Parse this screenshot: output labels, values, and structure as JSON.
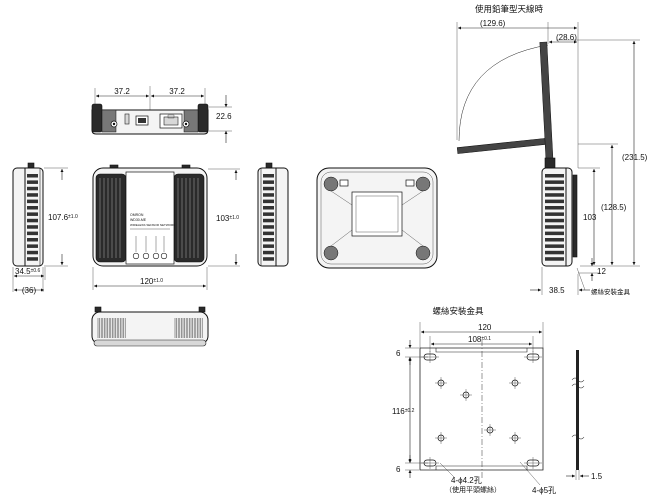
{
  "titles": {
    "antenna_in_use": "使用鉛筆型天線時",
    "bracket": "螺絲安裝金具"
  },
  "dimensions": {
    "width_left_half": "37.2",
    "width_right_half": "37.2",
    "connector_height": "22.6",
    "side_height": "107.6",
    "side_height_tol": "±1.0",
    "front_height": "103",
    "front_height_tol": "±1.0",
    "side_depth": "34.5",
    "side_depth_tol": "±0.6",
    "overall_depth": "(36)",
    "front_width": "120",
    "front_width_tol": "±1.0",
    "antenna_reach": "(129.6)",
    "antenna_offset": "(28.6)",
    "antenna_total_height": "(231.5)",
    "antenna_base_height": "(128.5)",
    "body_height": "103",
    "bracket_thickness_gap": "12",
    "side_with_bracket_depth": "38.5",
    "bracket_width": "120",
    "hole_pitch": "108",
    "hole_pitch_tol": "±0.1",
    "bracket_edge_top": "6",
    "bracket_edge_bottom": "6",
    "bracket_hole_vertical": "116",
    "bracket_hole_vertical_tol": "±0.2",
    "bracket_plate_thickness": "1.5",
    "slot_note": "4-ϕ4.2孔",
    "slot_note_sub": "（使用平頭螺絲）",
    "hole_note": "4-ϕ5孔"
  },
  "callouts": {
    "bracket_part": "螺絲安裝金具"
  },
  "front_panel": {
    "brand_line1": "OMRON",
    "brand_line2": "WD30-ME",
    "brand_line3": "WIRELESS SENSOR NETWORK"
  }
}
